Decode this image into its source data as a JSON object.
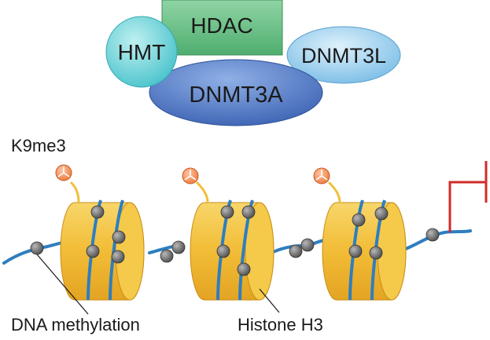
{
  "complex": {
    "hdac_label": "HDAC",
    "hmt_label": "HMT",
    "dnmt3l_label": "DNMT3L",
    "dnmt3a_label": "DNMT3A"
  },
  "labels": {
    "k9me3": "K9me3",
    "dna_methylation": "DNA methylation",
    "histone_h3": "Histone H3"
  },
  "colors": {
    "hdac": "#5fb97f",
    "hmt": "#6fd1d6",
    "dnmt3l": "#8ec9ea",
    "dnmt3a": "#4a74c0",
    "nucleosome": "#f2bf3c",
    "dna": "#2e7ec0",
    "methyl_bead": "#6e6e6e",
    "k9me3_mark": "#f08a52",
    "repression": "#d12b2b"
  }
}
